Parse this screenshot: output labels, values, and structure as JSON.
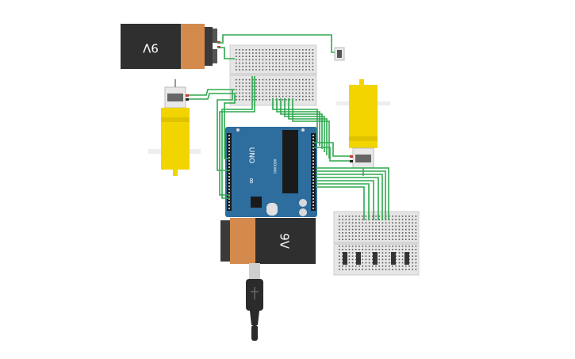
{
  "battery_top": {
    "label": "9V"
  },
  "battery_bottom": {
    "label": "9V"
  },
  "arduino": {
    "model": "UNO",
    "brand": "ARDUINO",
    "chip_logo": "∞"
  },
  "colors": {
    "wire": "#2fa84f",
    "breadboard": "#e6e6e6",
    "board": "#2e6e9e",
    "battery_body": "#2f2f2f",
    "battery_cap": "#d48a4c",
    "motor": "#f2d400"
  }
}
